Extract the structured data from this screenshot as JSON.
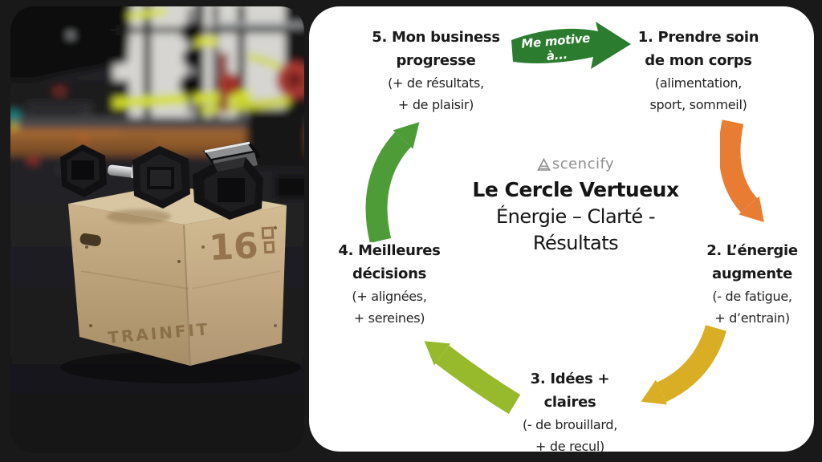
{
  "page": {
    "background": "#191919",
    "panel_background": "#ffffff"
  },
  "photo": {
    "alt": "Hex dumbbells resting on a wooden plyometric box in a gym",
    "box_size_label": "16",
    "box_brand": "TRAINFIT"
  },
  "diagram": {
    "logo": {
      "name": "Ascencify",
      "display_suffix": "scencify",
      "color": "#8f8f8f"
    },
    "title": "Le Cercle Vertueux",
    "subtitle_line1": "Énergie – Clarté -",
    "subtitle_line2": "Résultats",
    "nodes": [
      {
        "id": 1,
        "lines": [
          "1. Prendre soin",
          "de mon corps",
          "(alimentation,",
          "sport, sommeil)"
        ]
      },
      {
        "id": 2,
        "lines": [
          "2. L’énergie",
          "augmente",
          "(- de fatigue,",
          "+ d’entrain)"
        ]
      },
      {
        "id": 3,
        "lines": [
          "3. Idées +",
          "claires",
          "(- de brouillard,",
          "+ de recul)"
        ]
      },
      {
        "id": 4,
        "lines": [
          "4. Meilleures",
          "décisions",
          "(+ alignées,",
          "+ sereines)"
        ]
      },
      {
        "id": 5,
        "lines": [
          "5. Mon business",
          "progresse",
          "(+ de résultats,",
          "+ de plaisir)"
        ]
      }
    ],
    "arrows": [
      {
        "from": 5,
        "to": 1,
        "color": "#2b7c2e",
        "label": "Me motive à..."
      },
      {
        "from": 1,
        "to": 2,
        "color": "#e87c33"
      },
      {
        "from": 2,
        "to": 3,
        "color": "#d9ae24"
      },
      {
        "from": 3,
        "to": 4,
        "color": "#97ba2d"
      },
      {
        "from": 4,
        "to": 5,
        "color": "#4d9c38"
      }
    ]
  }
}
